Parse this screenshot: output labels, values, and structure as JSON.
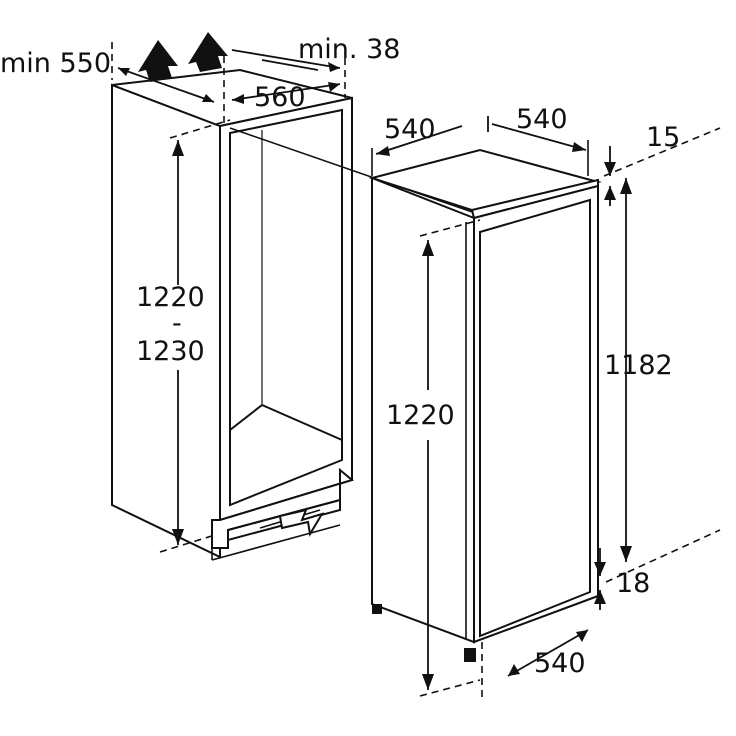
{
  "dimensions": {
    "niche_depth_min": "min 550",
    "top_vent_gap_min": "min. 38",
    "niche_width": "560",
    "appliance_width_top": "540",
    "appliance_depth_top": "540",
    "top_offset": "15",
    "niche_height_a": "1220",
    "niche_height_separator": "-",
    "niche_height_b": "1230",
    "appliance_height": "1220",
    "door_height": "1182",
    "bottom_offset": "18",
    "appliance_width_bottom": "540"
  },
  "colors": {
    "line": "#111111",
    "background": "#ffffff"
  },
  "icons": [
    "airflow-arrow-icon",
    "airflow-arrow-icon",
    "airflow-inlet-arrow-icon"
  ]
}
